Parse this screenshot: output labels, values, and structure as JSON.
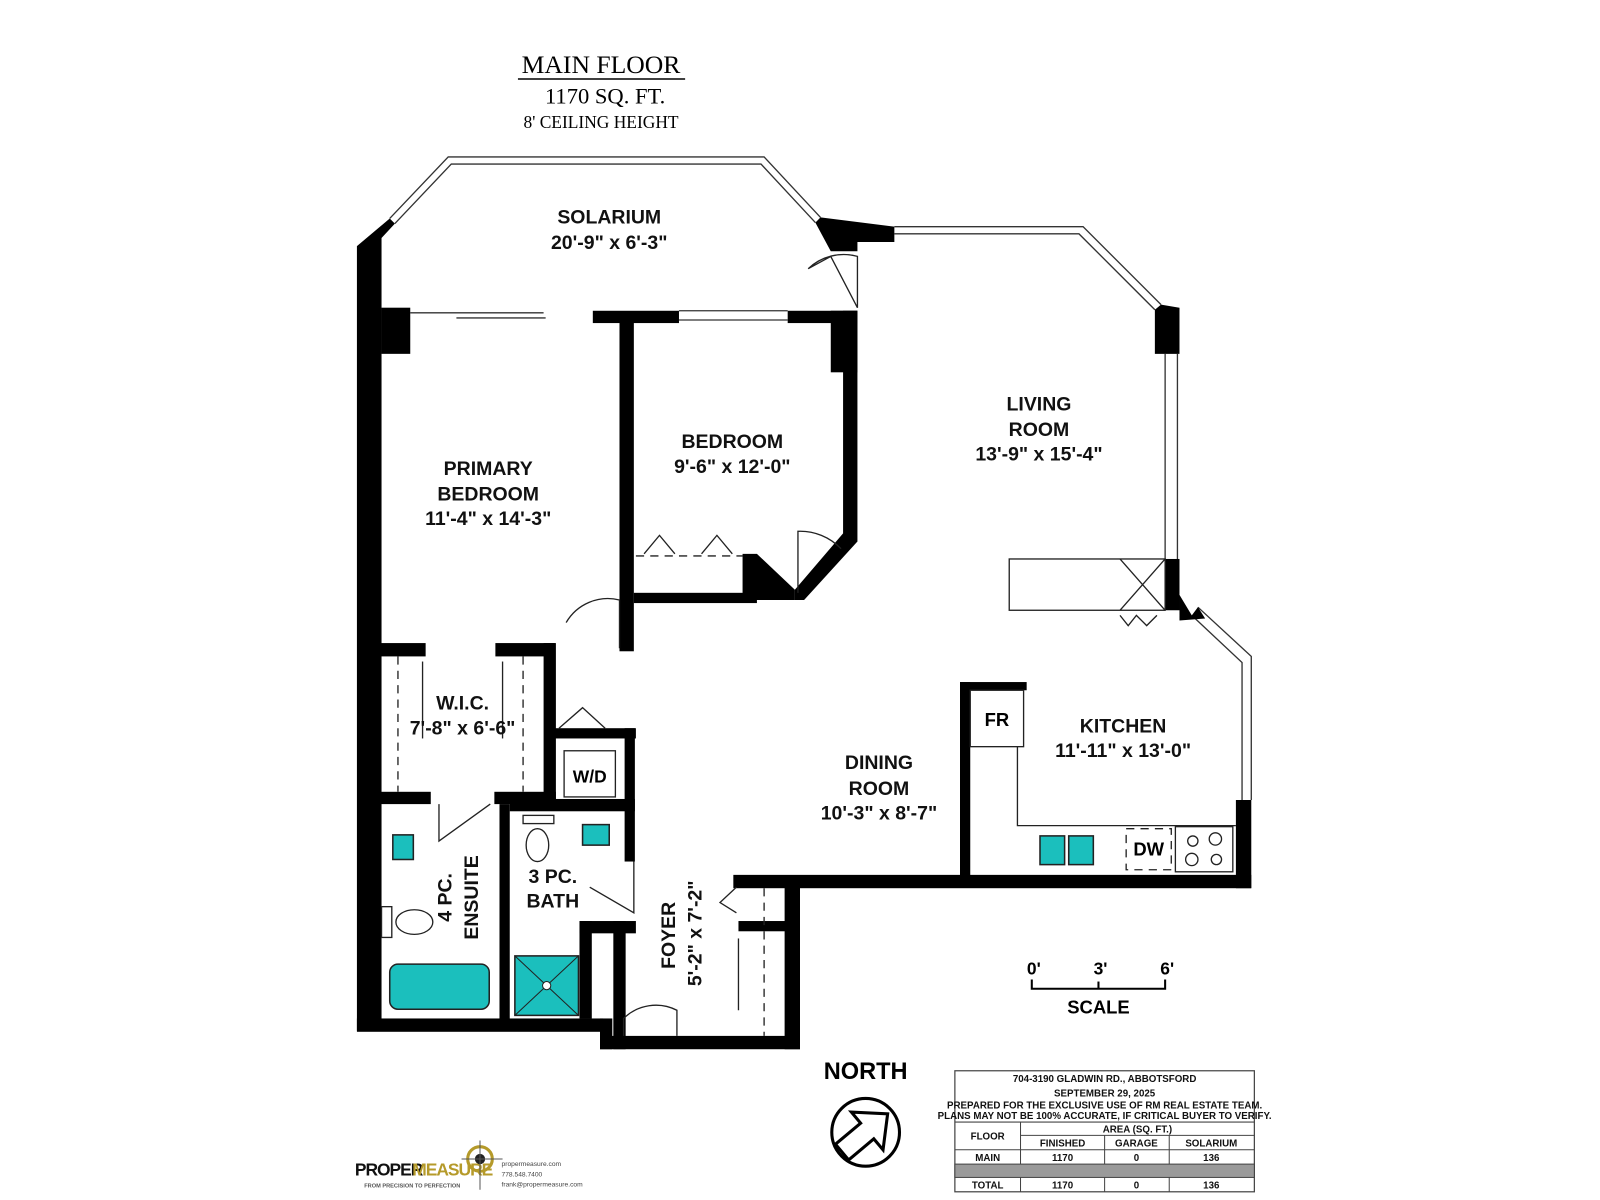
{
  "title": {
    "main": "MAIN FLOOR",
    "area": "1170 SQ. FT.",
    "ceiling": "8' CEILING HEIGHT"
  },
  "rooms": {
    "solarium": {
      "name": "SOLARIUM",
      "size": "20'-9\" x 6'-3\""
    },
    "living": {
      "name1": "LIVING",
      "name2": "ROOM",
      "size": "13'-9\" x 15'-4\""
    },
    "bedroom": {
      "name": "BEDROOM",
      "size": "9'-6\" x 12'-0\""
    },
    "primary": {
      "name1": "PRIMARY",
      "name2": "BEDROOM",
      "size": "11'-4\" x 14'-3\""
    },
    "wic": {
      "name": "W.I.C.",
      "size": "7'-8\" x 6'-6\""
    },
    "wd": {
      "name": "W/D"
    },
    "ensuite": {
      "name1": "4 PC.",
      "name2": "ENSUITE"
    },
    "bath": {
      "name1": "3 PC.",
      "name2": "BATH"
    },
    "foyer": {
      "name": "FOYER",
      "size": "5'-2\" x 7'-2\""
    },
    "dining": {
      "name1": "DINING",
      "name2": "ROOM",
      "size": "10'-3\" x 8'-7\""
    },
    "kitchen": {
      "name": "KITCHEN",
      "size": "11'-11\" x 13'-0\"",
      "fridge": "FR",
      "dishwasher": "DW"
    }
  },
  "scale": {
    "ticks": [
      "0'",
      "3'",
      "6'"
    ],
    "label": "SCALE"
  },
  "north": {
    "label": "NORTH"
  },
  "info_table": {
    "address": "704-3190 GLADWIN RD., ABBOTSFORD",
    "date": "SEPTEMBER 29, 2025",
    "note1": "PREPARED FOR THE EXCLUSIVE USE OF RM REAL ESTATE TEAM.",
    "note2": "PLANS MAY NOT BE 100% ACCURATE, IF CRITICAL BUYER TO VERIFY.",
    "col_floor": "FLOOR",
    "col_area": "AREA (SQ. FT.)",
    "columns": [
      "FINISHED",
      "GARAGE",
      "SOLARIUM"
    ],
    "rows": [
      {
        "floor": "MAIN",
        "values": [
          "1170",
          "0",
          "136"
        ]
      },
      {
        "floor": "TOTAL",
        "values": [
          "1170",
          "0",
          "136"
        ]
      }
    ]
  },
  "logo": {
    "brand_a": "PROPER",
    "brand_b": "MEASURE",
    "tagline": "FROM PRECISION TO PERFECTION",
    "web": "propermeasure.com",
    "phone": "778.548.7400",
    "email": "frank@propermeasure.com"
  },
  "colors": {
    "fixture": "#1bbfbd",
    "logo_gold": "#b59a2a"
  }
}
